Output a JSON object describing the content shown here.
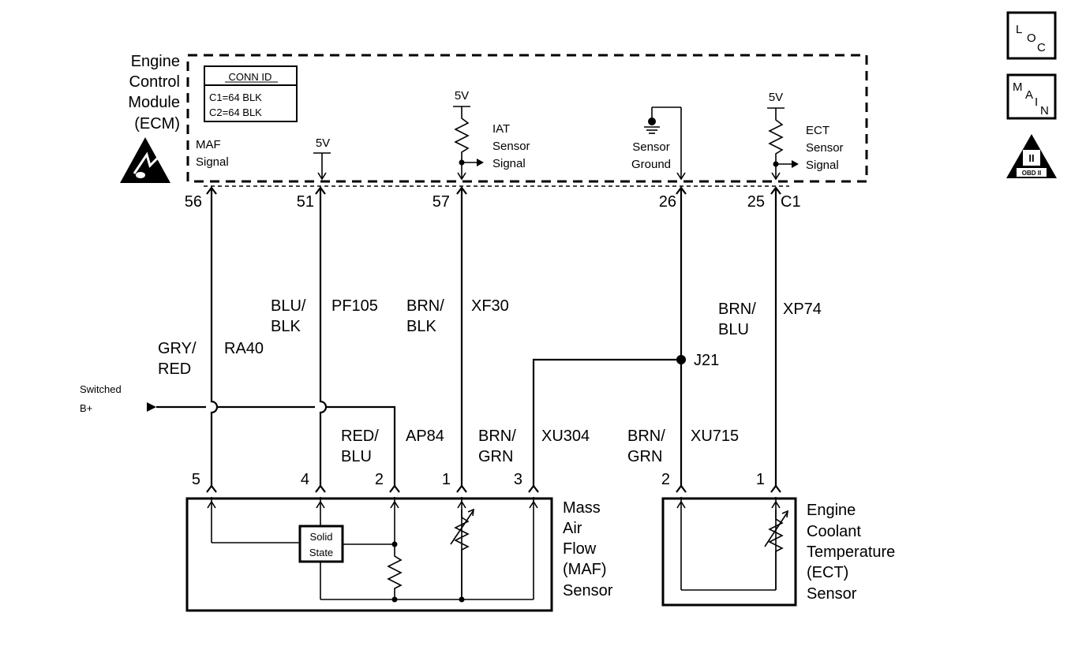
{
  "ecm": {
    "title_lines": [
      "Engine",
      "Control",
      "Module",
      "(ECM)"
    ],
    "conn_id": {
      "header": "CONN ID",
      "rows": [
        "C1=64 BLK",
        "C2=64 BLK"
      ]
    },
    "labels": {
      "maf_signal": [
        "MAF",
        "Signal"
      ],
      "iat_sensor_signal": [
        "IAT",
        "Sensor",
        "Signal"
      ],
      "sensor_ground": [
        "Sensor",
        "Ground"
      ],
      "ect_sensor_signal": [
        "ECT",
        "Sensor",
        "Signal"
      ],
      "five_v": "5V"
    },
    "connector": "C1"
  },
  "pins_ecm": [
    "56",
    "51",
    "57",
    "26",
    "25"
  ],
  "wires": [
    {
      "color": [
        "GRY/",
        "RED"
      ],
      "circuit": "RA40"
    },
    {
      "color": [
        "BLU/",
        "BLK"
      ],
      "circuit": "PF105"
    },
    {
      "color": [
        "BRN/",
        "BLK"
      ],
      "circuit": "XF30"
    },
    {
      "color": [
        "BRN/",
        "BLU"
      ],
      "circuit": "XP74"
    },
    {
      "color": [
        "RED/",
        "BLU"
      ],
      "circuit": "AP84"
    },
    {
      "color": [
        "BRN/",
        "GRN"
      ],
      "circuit": "XU304"
    },
    {
      "color": [
        "BRN/",
        "GRN"
      ],
      "circuit": "XU715"
    }
  ],
  "splice": "J21",
  "power": [
    "Switched",
    "B+"
  ],
  "maf_sensor": {
    "pins": [
      "5",
      "4",
      "2",
      "1",
      "3"
    ],
    "title_lines": [
      "Mass",
      "Air",
      "Flow",
      "(MAF)",
      "Sensor"
    ],
    "solid_state": [
      "Solid",
      "State"
    ]
  },
  "ect_sensor": {
    "pins": [
      "2",
      "1"
    ],
    "title_lines": [
      "Engine",
      "Coolant",
      "Temperature",
      "(ECT)",
      "Sensor"
    ]
  },
  "legend_icons": {
    "loc": [
      "L",
      "O",
      "C"
    ],
    "main": [
      "M",
      "A",
      "I",
      "N"
    ],
    "obd": [
      "II",
      "OBD II"
    ]
  }
}
